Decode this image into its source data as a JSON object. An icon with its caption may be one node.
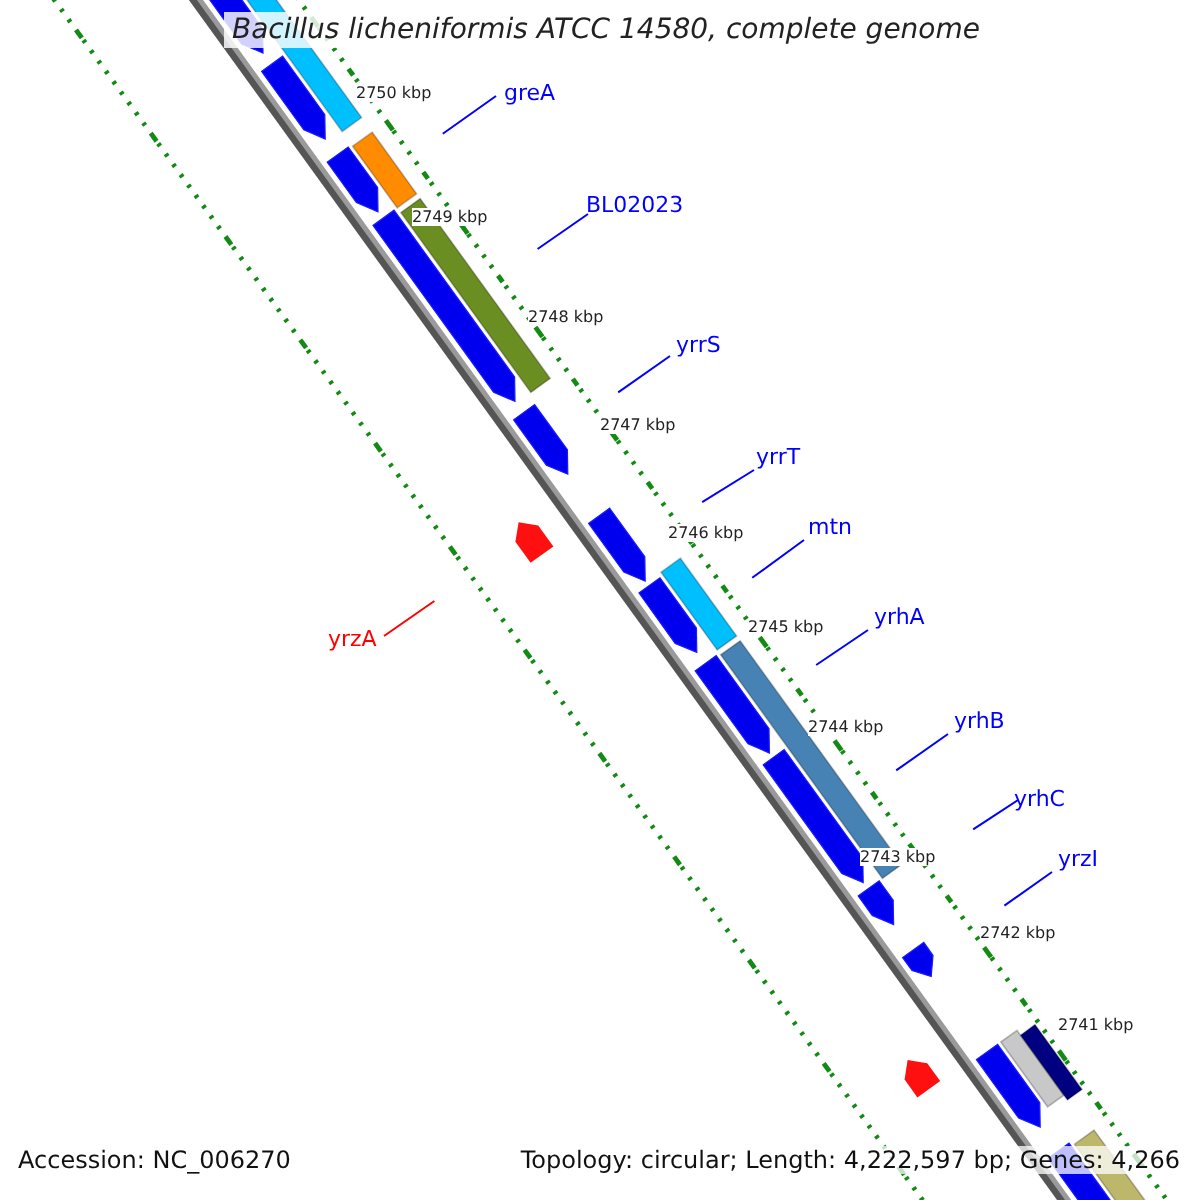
{
  "diagram": {
    "title": "Bacillus licheniformis ATCC 14580, complete genome",
    "nodes": [
      {
        "text": [
          "greA"
        ]
      },
      {
        "text": [
          "BL02023"
        ]
      },
      {
        "text": [
          "yrrS"
        ]
      },
      {
        "text": [
          "yrrT"
        ]
      },
      {
        "text": [
          "mtn"
        ]
      },
      {
        "text": [
          "yrhA"
        ]
      },
      {
        "text": [
          "yrhB"
        ]
      },
      {
        "text": [
          "yrhC"
        ]
      },
      {
        "text": [
          "yrzI"
        ]
      },
      {
        "text": [
          "yrzA"
        ]
      }
    ],
    "edges": [
      {
        "from": 0,
        "to": null,
        "arrow": "none"
      },
      {
        "from": 1,
        "to": null,
        "arrow": "none"
      },
      {
        "from": 2,
        "to": null,
        "arrow": "none"
      },
      {
        "from": 3,
        "to": null,
        "arrow": "none"
      },
      {
        "from": 4,
        "to": null,
        "arrow": "none"
      },
      {
        "from": 5,
        "to": null,
        "arrow": "none"
      },
      {
        "from": 6,
        "to": null,
        "arrow": "none"
      },
      {
        "from": 7,
        "to": null,
        "arrow": "none"
      },
      {
        "from": 8,
        "to": null,
        "arrow": "none"
      },
      {
        "from": 9,
        "to": null,
        "arrow": "none",
        "color": "#ff0000"
      }
    ],
    "labels": [
      "2750 kbp",
      "2749 kbp",
      "2748 kbp",
      "2747 kbp",
      "2746 kbp",
      "2745 kbp",
      "2744 kbp",
      "2743 kbp",
      "2742 kbp",
      "2741 kbp",
      "Accession: NC_006270",
      "Topology: circular; Length: 4,222,597 bp; Genes: 4,266"
    ]
  }
}
